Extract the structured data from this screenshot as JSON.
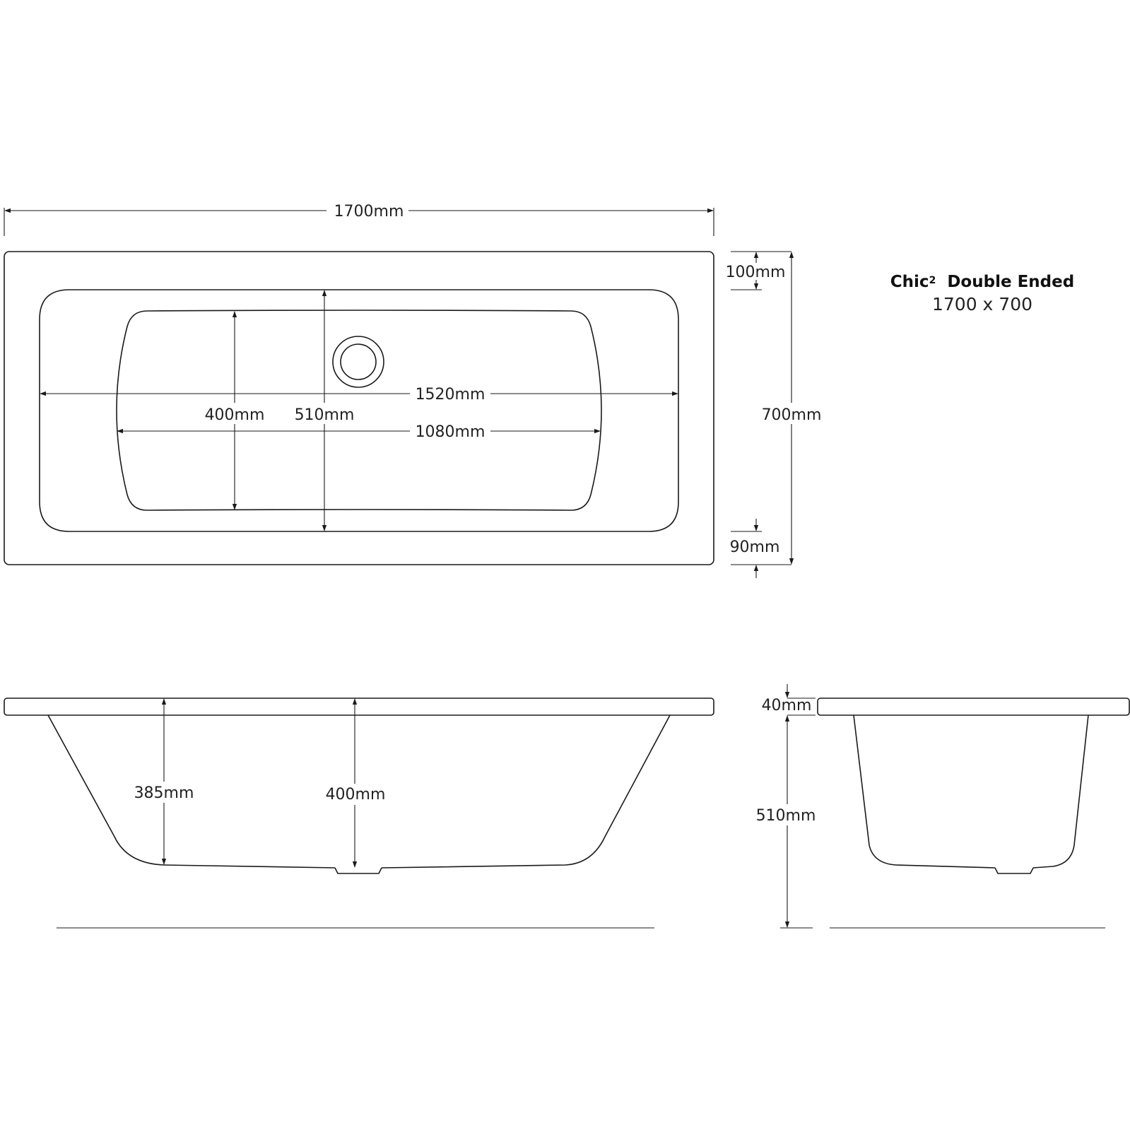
{
  "title": {
    "name": "Chic",
    "superscript": "2",
    "variant": "Double Ended",
    "size": "1700 x 700"
  },
  "plan_view": {
    "overall_length": "1700mm",
    "overall_width": "700mm",
    "rim_top": "100mm",
    "rim_bottom": "90mm",
    "inner_length_top": "1520mm",
    "inner_length_base": "1080mm",
    "base_width": "400mm",
    "inner_width": "510mm"
  },
  "side_view": {
    "depth_end": "385mm",
    "depth_centre": "400mm"
  },
  "end_view": {
    "rim_thickness": "40mm",
    "overall_height": "510mm"
  },
  "colors": {
    "line": "#1a1a1a",
    "text": "#222222",
    "background": "#ffffff"
  }
}
